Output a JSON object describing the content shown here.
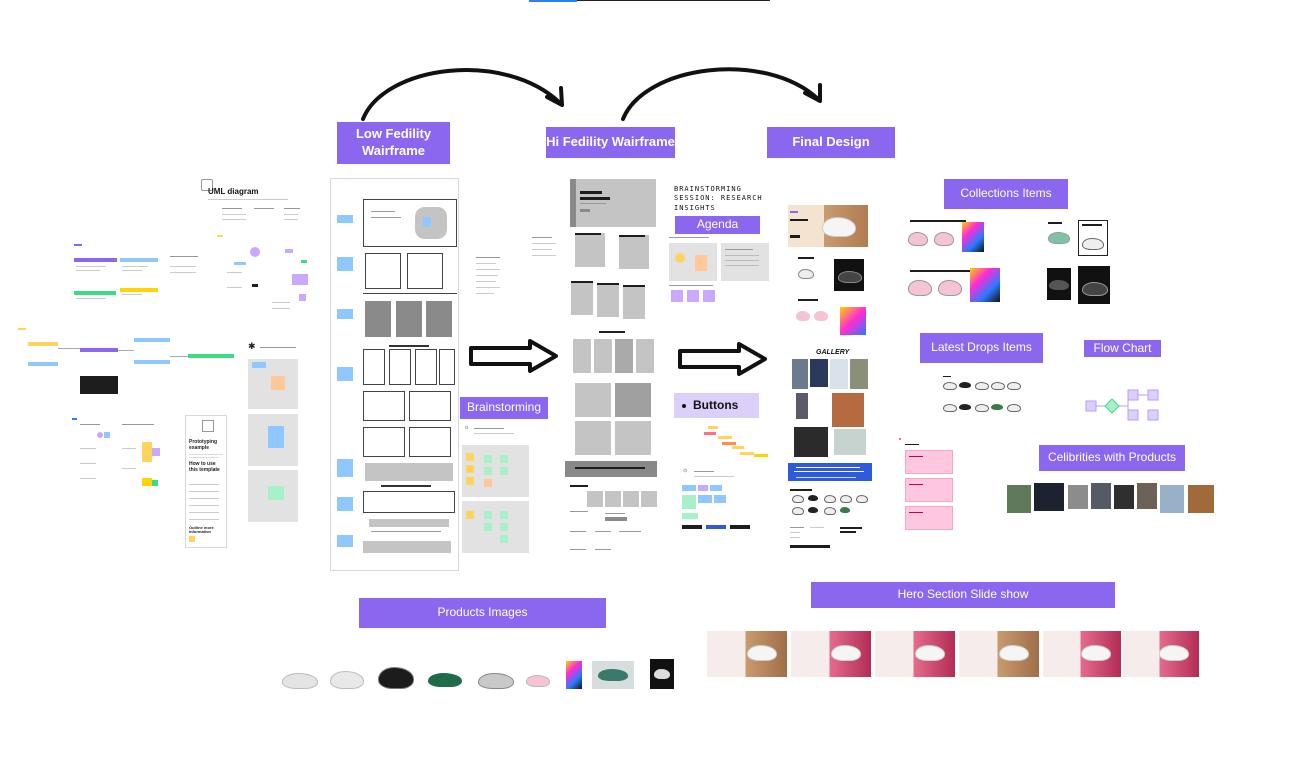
{
  "labels": {
    "low_fidelity": "Low Fedility Wairframe",
    "hi_fidelity": "Hi Fedility Wairframe",
    "final_design": "Final Design",
    "collections_items": "Collections Items",
    "latest_drops_items": "Latest Drops Items",
    "flow_chart": "Flow Chart",
    "celebrities_with_products": "Celibrities with Products",
    "brainstorming": "Brainstorming",
    "agenda": "Agenda",
    "buttons": "Buttons",
    "products_images": "Products Images",
    "hero_section_slide_show": "Hero Section Slide show"
  },
  "brainstorm_heading": "BRAINSTORMING SESSION: RESEARCH INSIGHTS",
  "uml": {
    "title": "UML diagram"
  },
  "prototyping": {
    "title": "Prototyping example",
    "how_to": "How to use this template",
    "outline": "Outline more information"
  },
  "gallery_title": "GALLERY",
  "colors": {
    "label_bg": "#8b67f0",
    "label_text": "#ffffff",
    "arrow": "#111111",
    "sticky_blue": "#8ec8ff",
    "sticky_yellow": "#ffd35c",
    "sticky_green": "#a7f0c8",
    "sticky_pink": "#ffc6df"
  },
  "icons": {
    "curved_arrow_1": "curved-arrow-icon",
    "curved_arrow_2": "curved-arrow-icon",
    "block_arrow_1": "block-arrow-right-icon",
    "block_arrow_2": "block-arrow-right-icon"
  }
}
